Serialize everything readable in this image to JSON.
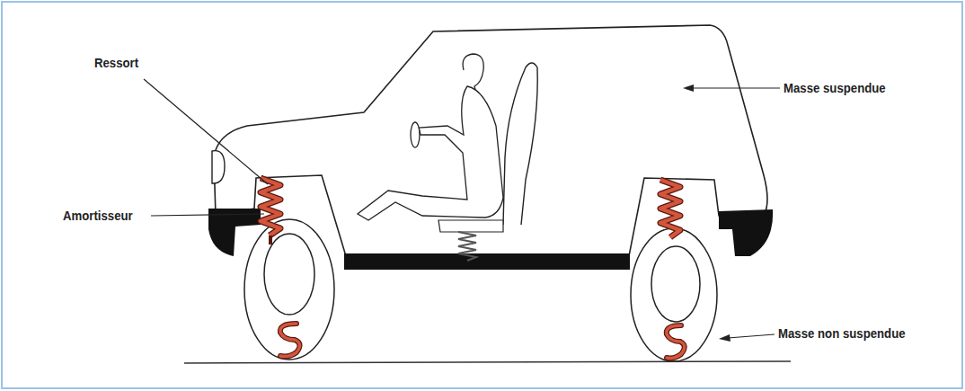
{
  "diagram": {
    "labels": [
      "Ressort",
      "Amortisseur",
      "Masse suspendue",
      "Masse non suspendue"
    ]
  }
}
